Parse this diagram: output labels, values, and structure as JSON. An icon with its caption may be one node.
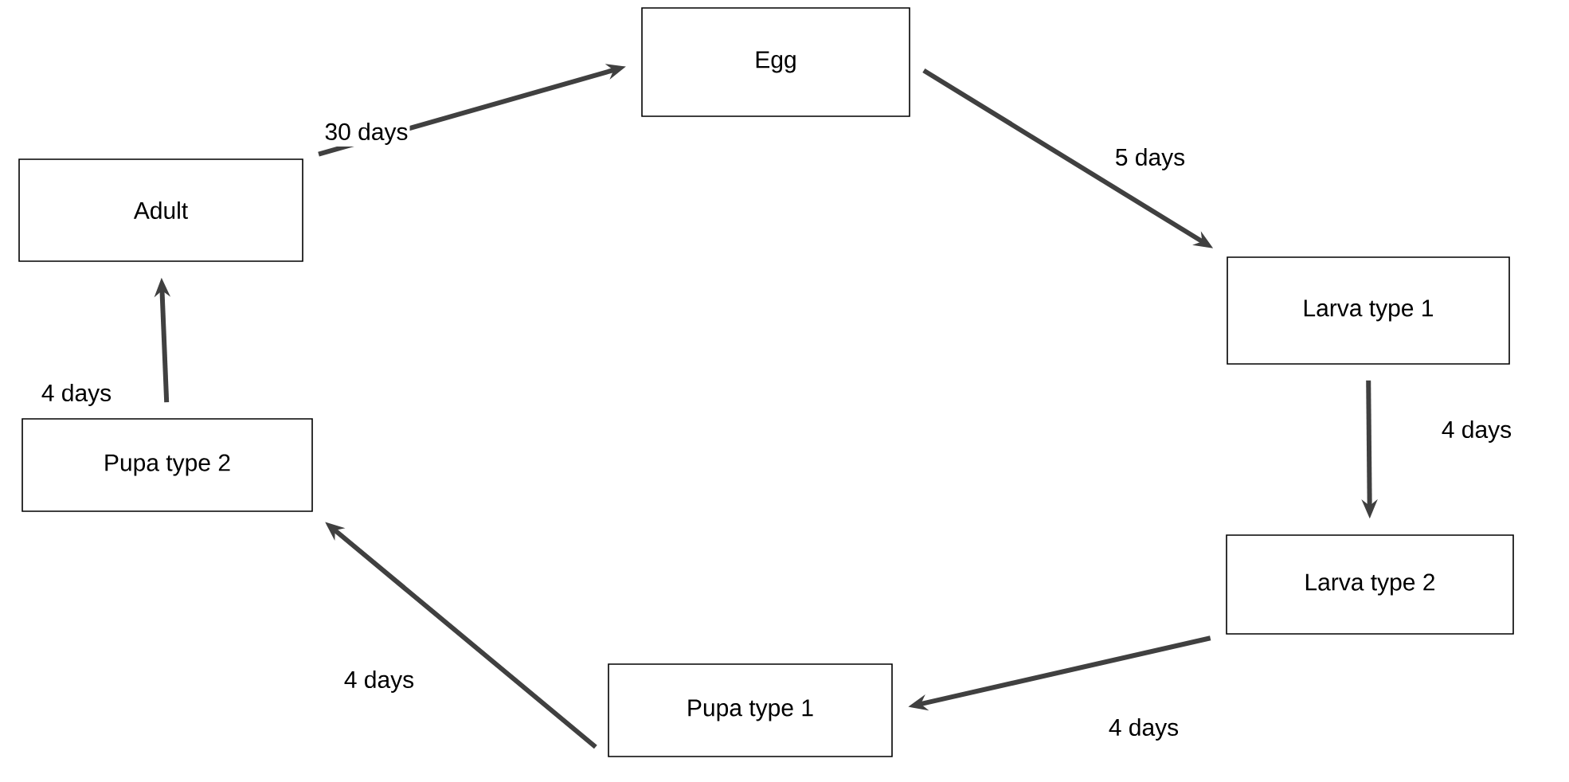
{
  "diagram": {
    "nodes": [
      {
        "text": [
          "Egg"
        ]
      },
      {
        "text": [
          "Larva type 1"
        ]
      },
      {
        "text": [
          "Larva type 2"
        ]
      },
      {
        "text": [
          "Pupa type 1"
        ]
      },
      {
        "text": [
          "Pupa type 2"
        ]
      },
      {
        "text": [
          "Adult"
        ]
      }
    ],
    "edges": [
      {
        "from": 0,
        "to": 1,
        "arrow": "to",
        "label": "5 days"
      },
      {
        "from": 1,
        "to": 2,
        "arrow": "to",
        "label": "4 days"
      },
      {
        "from": 2,
        "to": 3,
        "arrow": "to",
        "label": "4 days"
      },
      {
        "from": 3,
        "to": 4,
        "arrow": "to",
        "label": "4 days"
      },
      {
        "from": 4,
        "to": 5,
        "arrow": "to",
        "label": "4 days"
      },
      {
        "from": 5,
        "to": 0,
        "arrow": "to",
        "label": "30 days"
      }
    ]
  }
}
